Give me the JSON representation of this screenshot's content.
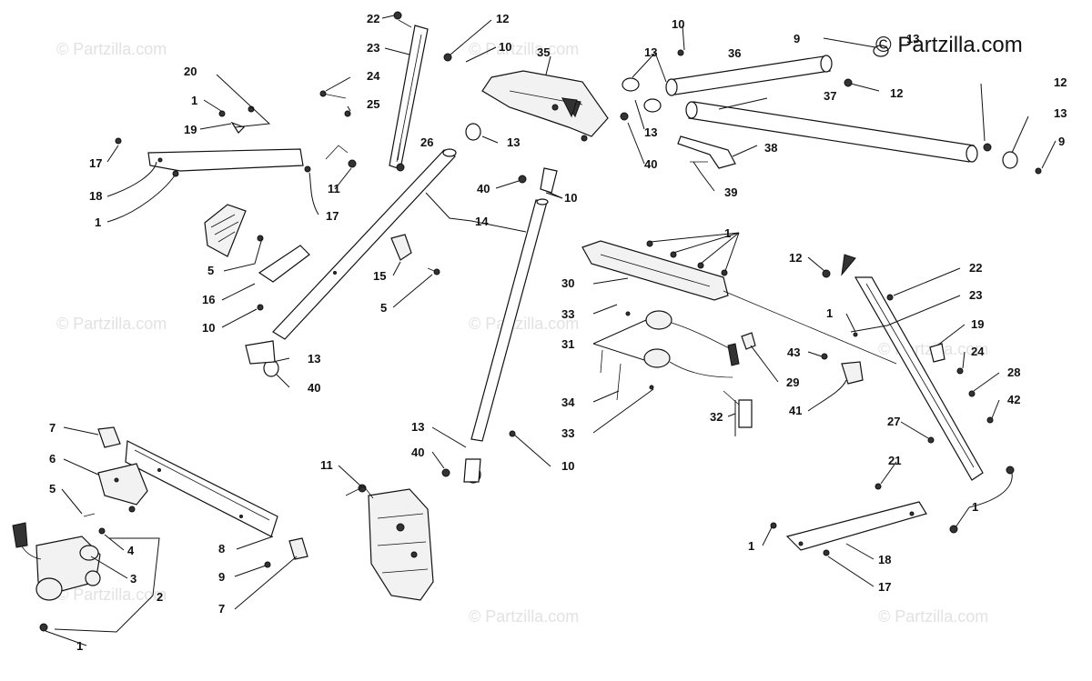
{
  "branding": {
    "text": "© Partzilla.com",
    "watermark": "© Partzilla.com"
  },
  "callouts": [
    {
      "id": "c1",
      "label": "22"
    },
    {
      "id": "c2",
      "label": "12"
    },
    {
      "id": "c3",
      "label": "23"
    },
    {
      "id": "c4",
      "label": "10"
    },
    {
      "id": "c5",
      "label": "35"
    },
    {
      "id": "c6",
      "label": "24"
    },
    {
      "id": "c7",
      "label": "25"
    },
    {
      "id": "c8",
      "label": "26"
    },
    {
      "id": "c9",
      "label": "13"
    },
    {
      "id": "c10",
      "label": "20"
    },
    {
      "id": "c11",
      "label": "1"
    },
    {
      "id": "c12",
      "label": "19"
    },
    {
      "id": "c13",
      "label": "17"
    },
    {
      "id": "c14",
      "label": "18"
    },
    {
      "id": "c15",
      "label": "1"
    },
    {
      "id": "c16",
      "label": "11"
    },
    {
      "id": "c17",
      "label": "17"
    },
    {
      "id": "c18",
      "label": "40"
    },
    {
      "id": "c19",
      "label": "10"
    },
    {
      "id": "c20",
      "label": "14"
    },
    {
      "id": "c21",
      "label": "10"
    },
    {
      "id": "c22",
      "label": "13"
    },
    {
      "id": "c23",
      "label": "36"
    },
    {
      "id": "c24",
      "label": "9"
    },
    {
      "id": "c25",
      "label": "13"
    },
    {
      "id": "c26",
      "label": "12"
    },
    {
      "id": "c27",
      "label": "37"
    },
    {
      "id": "c28",
      "label": "12"
    },
    {
      "id": "c29",
      "label": "13"
    },
    {
      "id": "c30",
      "label": "13"
    },
    {
      "id": "c31",
      "label": "40"
    },
    {
      "id": "c32",
      "label": "38"
    },
    {
      "id": "c33",
      "label": "39"
    },
    {
      "id": "c34",
      "label": "9"
    },
    {
      "id": "c35",
      "label": "5"
    },
    {
      "id": "c36",
      "label": "16"
    },
    {
      "id": "c37",
      "label": "10"
    },
    {
      "id": "c38",
      "label": "15"
    },
    {
      "id": "c39",
      "label": "5"
    },
    {
      "id": "c40",
      "label": "13"
    },
    {
      "id": "c41",
      "label": "40"
    },
    {
      "id": "c42",
      "label": "1"
    },
    {
      "id": "c43",
      "label": "30"
    },
    {
      "id": "c44",
      "label": "33"
    },
    {
      "id": "c45",
      "label": "31"
    },
    {
      "id": "c46",
      "label": "34"
    },
    {
      "id": "c47",
      "label": "33"
    },
    {
      "id": "c48",
      "label": "29"
    },
    {
      "id": "c49",
      "label": "32"
    },
    {
      "id": "c50",
      "label": "12"
    },
    {
      "id": "c51",
      "label": "22"
    },
    {
      "id": "c52",
      "label": "23"
    },
    {
      "id": "c53",
      "label": "1"
    },
    {
      "id": "c54",
      "label": "19"
    },
    {
      "id": "c55",
      "label": "43"
    },
    {
      "id": "c56",
      "label": "24"
    },
    {
      "id": "c57",
      "label": "28"
    },
    {
      "id": "c58",
      "label": "41"
    },
    {
      "id": "c59",
      "label": "42"
    },
    {
      "id": "c60",
      "label": "27"
    },
    {
      "id": "c61",
      "label": "21"
    },
    {
      "id": "c62",
      "label": "1"
    },
    {
      "id": "c63",
      "label": "1"
    },
    {
      "id": "c64",
      "label": "18"
    },
    {
      "id": "c65",
      "label": "17"
    },
    {
      "id": "c66",
      "label": "7"
    },
    {
      "id": "c67",
      "label": "6"
    },
    {
      "id": "c68",
      "label": "5"
    },
    {
      "id": "c69",
      "label": "4"
    },
    {
      "id": "c70",
      "label": "3"
    },
    {
      "id": "c71",
      "label": "2"
    },
    {
      "id": "c72",
      "label": "1"
    },
    {
      "id": "c73",
      "label": "8"
    },
    {
      "id": "c74",
      "label": "9"
    },
    {
      "id": "c75",
      "label": "7"
    },
    {
      "id": "c76",
      "label": "11"
    },
    {
      "id": "c77",
      "label": "13"
    },
    {
      "id": "c78",
      "label": "40"
    },
    {
      "id": "c79",
      "label": "10"
    }
  ]
}
